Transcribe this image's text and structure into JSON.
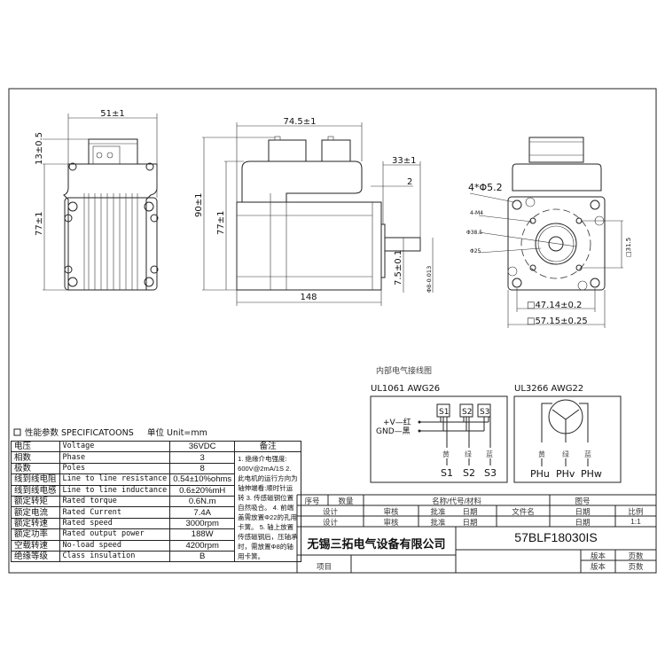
{
  "side_view_top": {
    "width_dim": "51±1",
    "connector_dim": "13±0.5",
    "height_dim": "77±1"
  },
  "side_view": {
    "length_dim": "74.5±1",
    "total_height_dim": "90±1",
    "body_height_dim": "77±1",
    "shaft_len_dim": "33±1",
    "flange_dim": "2",
    "key_dim": "7.5±0.1",
    "shaft_dia_dim": "Φ8-0.013",
    "total_len_dim": "148"
  },
  "front_view": {
    "holes": "4*Φ5.2",
    "threads": "4-M4",
    "pcd": "Φ38.5",
    "pilot": "Φ25",
    "bolt_square": "□31.5",
    "hole_spacing": "□47.14±0.2",
    "frame_size": "□57.15±0.25"
  },
  "wiring": {
    "title": "内部电气接线图",
    "left": {
      "cable": "UL1061  AWG26",
      "vplus": "+V—红",
      "gnd": "GND—黑",
      "sensors": [
        "S1",
        "S2",
        "S3"
      ],
      "colors": [
        "黄",
        "绿",
        "蓝"
      ],
      "outputs": [
        "S1",
        "S2",
        "S3"
      ]
    },
    "right": {
      "cable": "UL3266  AWG22",
      "colors": [
        "黄",
        "绿",
        "蓝"
      ],
      "outputs": [
        "PHu",
        "PHv",
        "PHw"
      ]
    }
  },
  "specs": {
    "title": "性能参数 SPECIFICATOONS",
    "unit": "单位 Unit=mm",
    "notes_header": "备注",
    "notes": "1. 绝缘介电强度: 600V@2mA/1S 2. 此电机的运行方向为轴伸端看:顺时针运转 3. 传感磁钢位置自然吸合。 4. 前端盖需放置Φ22的孔用卡簧。 5. 轴上放置传感磁钢后，压轴承时，需放置Φ8的轴用卡簧。",
    "rows": [
      {
        "cn": "电压",
        "en": "Voltage",
        "value": "36VDC"
      },
      {
        "cn": "相数",
        "en": "Phase",
        "value": "3"
      },
      {
        "cn": "极数",
        "en": "Poles",
        "value": "8"
      },
      {
        "cn": "线到线电阻",
        "en": "Line to line resistance",
        "value": "0.54±10%ohms"
      },
      {
        "cn": "线到线电感",
        "en": "Line to line inductance",
        "value": "0.6±20%mH"
      },
      {
        "cn": "额定转矩",
        "en": "Rated torque",
        "value": "0.6N.m"
      },
      {
        "cn": "额定电流",
        "en": "Rated Current",
        "value": "7.4A"
      },
      {
        "cn": "额定转速",
        "en": "Rated speed",
        "value": "3000rpm"
      },
      {
        "cn": "额定功率",
        "en": "Rated output power",
        "value": "188W"
      },
      {
        "cn": "空载转速",
        "en": "No-load speed",
        "value": "4200rpm"
      },
      {
        "cn": "绝缘等级",
        "en": "Class insulation",
        "value": "B"
      }
    ]
  },
  "title_block": {
    "seq": "序号",
    "qty": "数量",
    "name": "名称/代号/材料",
    "drawing_no": "图号",
    "design": "设计",
    "review": "审核",
    "approve": "批准",
    "date": "日期",
    "filename": "文件名",
    "scale_label": "比例",
    "scale": "1:1",
    "company": "无锡三拓电气设备有限公司",
    "model": "57BLF18030IS",
    "version": "版本",
    "pages": "页数",
    "project": "项目"
  }
}
